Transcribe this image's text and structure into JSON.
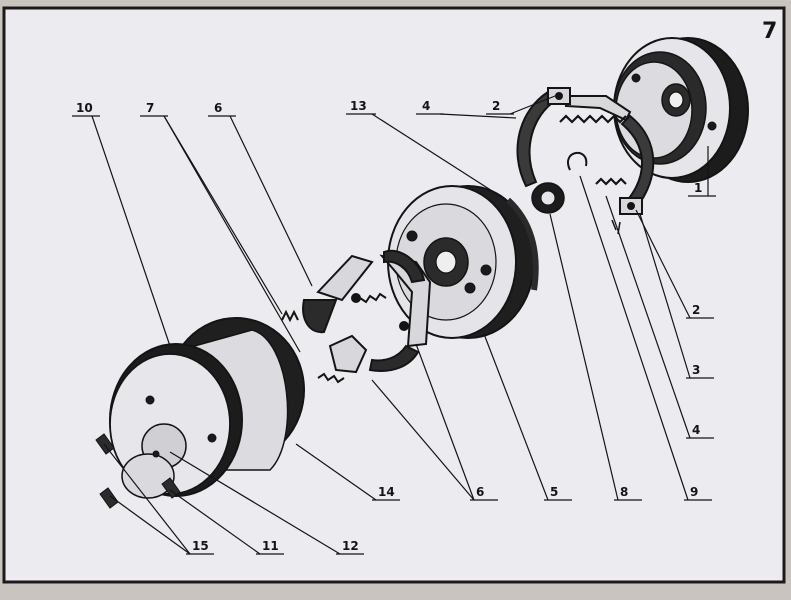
{
  "page": {
    "number": "7"
  },
  "callouts": [
    {
      "id": "c10",
      "label": "10"
    },
    {
      "id": "c7",
      "label": "7"
    },
    {
      "id": "c6a",
      "label": "6"
    },
    {
      "id": "c13",
      "label": "13"
    },
    {
      "id": "c4a",
      "label": "4"
    },
    {
      "id": "c2a",
      "label": "2"
    },
    {
      "id": "c1",
      "label": "1"
    },
    {
      "id": "c2b",
      "label": "2"
    },
    {
      "id": "c3",
      "label": "3"
    },
    {
      "id": "c4b",
      "label": "4"
    },
    {
      "id": "c9",
      "label": "9"
    },
    {
      "id": "c8",
      "label": "8"
    },
    {
      "id": "c5",
      "label": "5"
    },
    {
      "id": "c6b",
      "label": "6"
    },
    {
      "id": "c14",
      "label": "14"
    },
    {
      "id": "c12",
      "label": "12"
    },
    {
      "id": "c11",
      "label": "11"
    },
    {
      "id": "c15",
      "label": "15"
    }
  ],
  "colors": {
    "paper": "#ecebef",
    "ink": "#141414",
    "background": "#c9c4c0"
  }
}
